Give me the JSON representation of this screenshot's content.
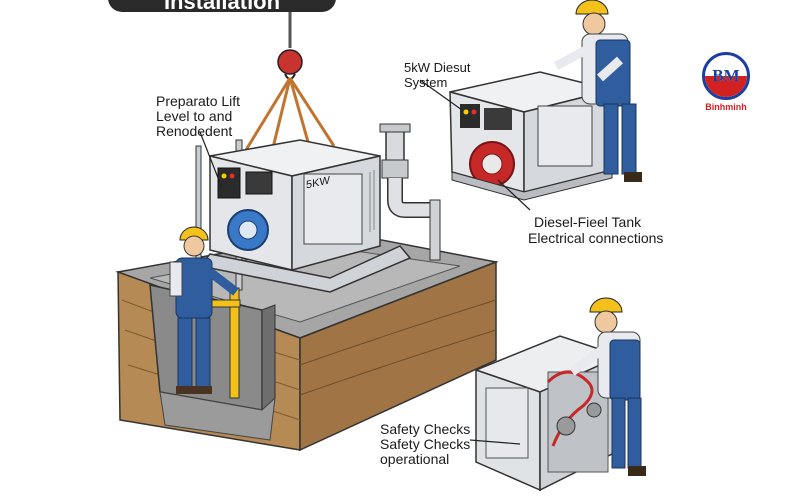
{
  "title": "Installation",
  "labels": {
    "lift": [
      "Preparato Lift",
      "Level to and",
      "Renodedent"
    ],
    "system": [
      "5kW Diesut",
      "System"
    ],
    "tank": [
      "Diesel-Fieel Tank",
      "Electrical connections"
    ],
    "safety": [
      "Safety Checks",
      "Safety Checks",
      "operational"
    ],
    "unit_badge": "5KW"
  },
  "logo": {
    "initials": "BM",
    "brand": "Binhminh"
  },
  "colors": {
    "worker_overalls": "#2f5d9e",
    "hardhat": "#f2c21b",
    "hook": "#c8322f",
    "generator_body": "#e4e6ea",
    "engine_blue": "#3a78c8",
    "engine_red": "#c62828",
    "soil": "#b58a55",
    "concrete": "#9a9a9a",
    "logo_blue": "#1b3fa0",
    "logo_red": "#d32020"
  }
}
